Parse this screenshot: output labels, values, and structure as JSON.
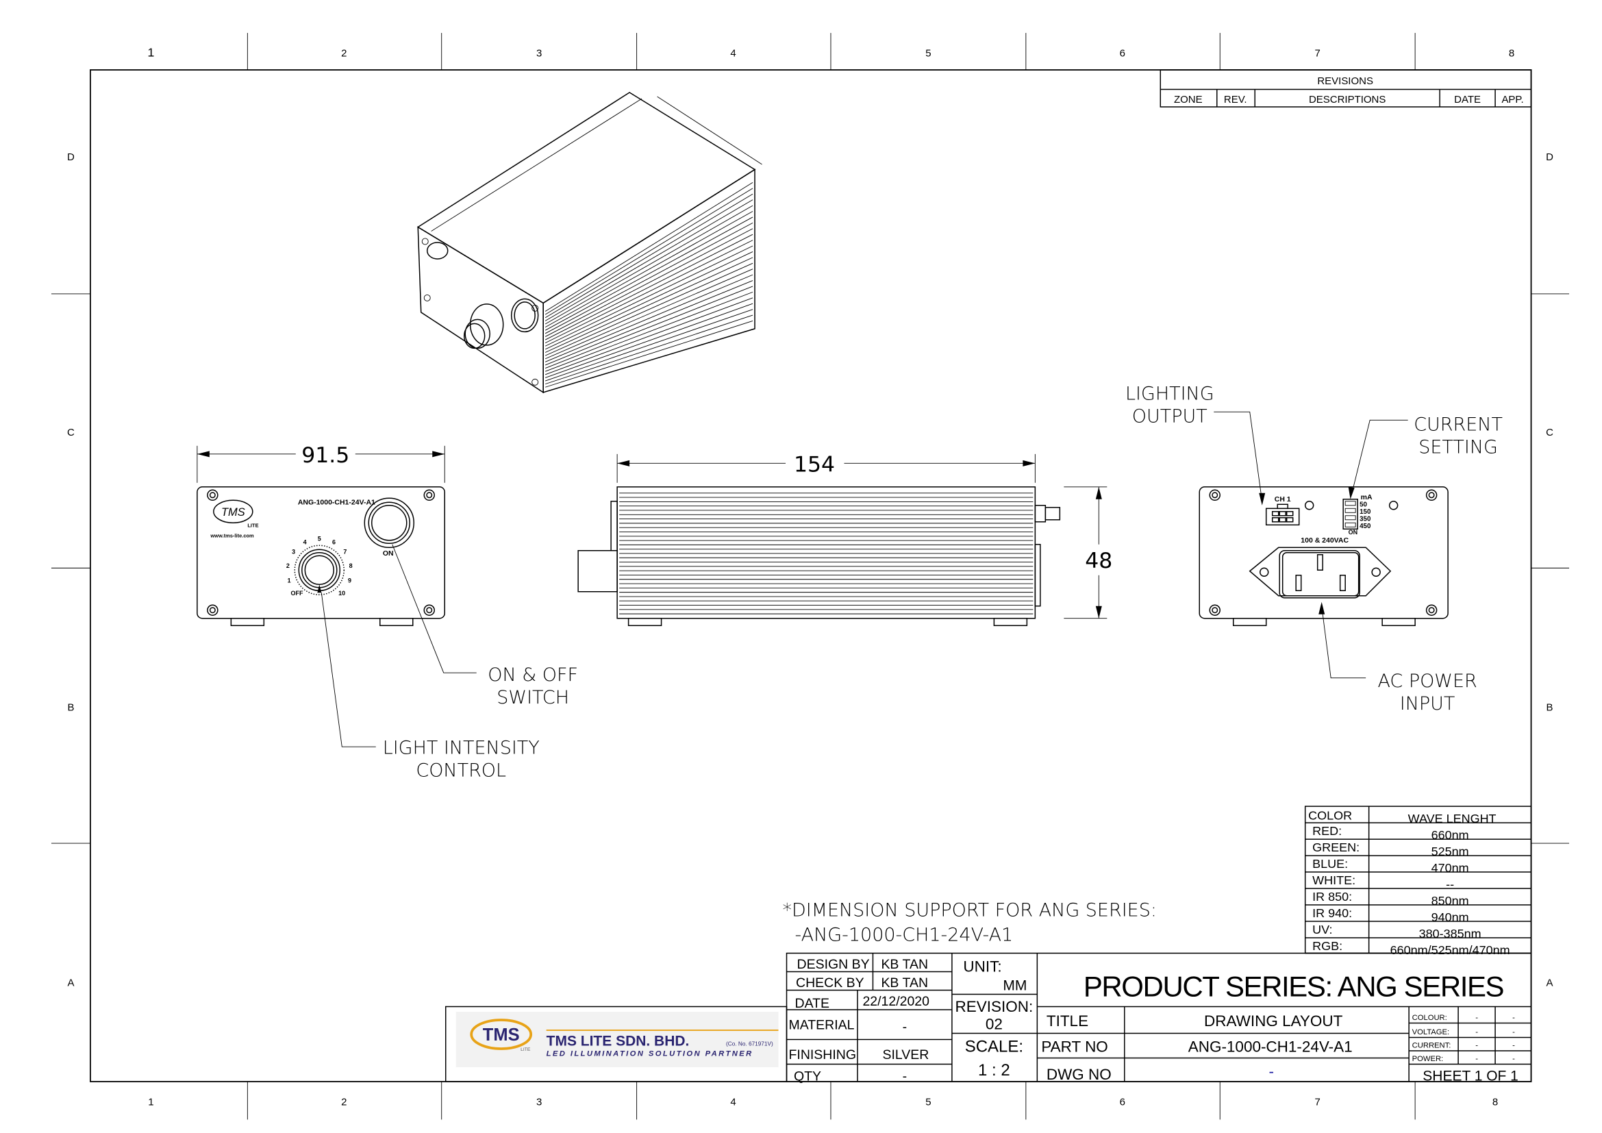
{
  "border": {
    "columns": [
      "1",
      "2",
      "3",
      "4",
      "5",
      "6",
      "7",
      "8"
    ],
    "rows": [
      "D",
      "C",
      "B",
      "A"
    ]
  },
  "revisions": {
    "title": "REVISIONS",
    "headers": [
      "ZONE",
      "REV.",
      "DESCRIPTIONS",
      "DATE",
      "APP."
    ]
  },
  "front_view": {
    "model": "ANG-1000-CH1-24V-A1",
    "logo": "TMS",
    "logo_sub": "LITE",
    "website": "www.tms-lite.com",
    "dial": [
      "OFF",
      "1",
      "2",
      "3",
      "4",
      "5",
      "6",
      "7",
      "8",
      "9",
      "10"
    ],
    "switch_label": "ON",
    "width_dim": "91.5"
  },
  "side_view": {
    "length_dim": "154",
    "height_dim": "48"
  },
  "back_view": {
    "channel": "CH 1",
    "current_unit": "mA",
    "current_options": [
      "50",
      "150",
      "350",
      "450"
    ],
    "dip_label": "ON",
    "voltage": "100 & 240VAC"
  },
  "callouts": {
    "lighting_output": [
      "LIGHTING",
      "OUTPUT"
    ],
    "current_setting": [
      "CURRENT",
      "SETTING"
    ],
    "ac_power": [
      "AC POWER",
      "INPUT"
    ],
    "on_off": [
      "ON & OFF",
      "SWITCH"
    ],
    "intensity": [
      "LIGHT INTENSITY",
      "CONTROL"
    ]
  },
  "note": {
    "line1": "*DIMENSION SUPPORT FOR ANG SERIES:",
    "line2": "-ANG-1000-CH1-24V-A1"
  },
  "color_table": {
    "headers": [
      "COLOR",
      "WAVE LENGHT"
    ],
    "rows": [
      [
        "RED:",
        "660nm"
      ],
      [
        "GREEN:",
        "525nm"
      ],
      [
        "BLUE:",
        "470nm"
      ],
      [
        "WHITE:",
        "--"
      ],
      [
        "IR 850:",
        "850nm"
      ],
      [
        "IR 940:",
        "940nm"
      ],
      [
        "UV:",
        "380-385nm"
      ],
      [
        "RGB:",
        "660nm/525nm/470nm"
      ]
    ]
  },
  "company": {
    "logo": "TMS",
    "logo_sub": "LITE",
    "name": "TMS LITE SDN. BHD.",
    "reg": "(Co. No. 671971V)",
    "tagline": "LED ILLUMINATION SOLUTION PARTNER",
    "accent": "#e8a317",
    "brand": "#2a2470"
  },
  "title_block": {
    "design_by_label": "DESIGN BY",
    "design_by": "KB TAN",
    "check_by_label": "CHECK BY",
    "check_by": "KB TAN",
    "date_label": "DATE",
    "date": "22/12/2020",
    "material_label": "MATERIAL",
    "material": "-",
    "finishing_label": "FINISHING",
    "finishing": "SILVER",
    "qty_label": "QTY",
    "qty": "-",
    "unit_label": "UNIT:",
    "unit": "MM",
    "revision_label": "REVISION:",
    "revision": "02",
    "scale_label": "SCALE:",
    "scale": "1 : 2",
    "product_series": "PRODUCT SERIES: ANG  SERIES",
    "title_label": "TITLE",
    "title": "DRAWING LAYOUT",
    "part_no_label": "PART NO",
    "part_no": "ANG-1000-CH1-24V-A1",
    "dwg_no_label": "DWG NO",
    "dwg_no": "-",
    "specs": [
      {
        "label": "COLOUR:",
        "a": "-",
        "b": "-"
      },
      {
        "label": "VOLTAGE:",
        "a": "-",
        "b": "-"
      },
      {
        "label": "CURRENT:",
        "a": "-",
        "b": "-"
      },
      {
        "label": "POWER:",
        "a": "-",
        "b": "-"
      }
    ],
    "sheet": "SHEET 1 OF 1"
  }
}
